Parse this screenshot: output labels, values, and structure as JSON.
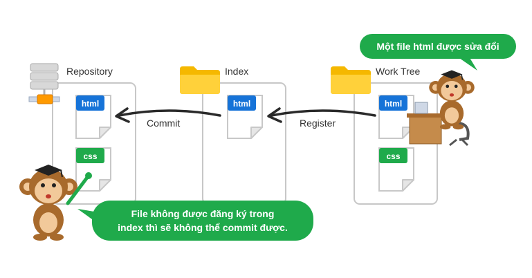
{
  "areas": {
    "repository": "Repository",
    "index": "Index",
    "work_tree": "Work Tree"
  },
  "files": {
    "html": "html",
    "css": "css"
  },
  "arrows": {
    "commit": "Commit",
    "register": "Register"
  },
  "bubbles": {
    "top": "Một file html được sửa đổi",
    "bottom_line1": "File không được đăng ký trong",
    "bottom_line2": "index thì sẽ không thể commit được."
  },
  "colors": {
    "accent_green": "#1faa4b",
    "file_blue": "#1673d8",
    "folder_yellow": "#ffc107",
    "text": "#333333"
  },
  "icons": [
    "server-icon",
    "folder-icon",
    "html-file-icon",
    "css-file-icon",
    "monkey-mascot-icon"
  ]
}
